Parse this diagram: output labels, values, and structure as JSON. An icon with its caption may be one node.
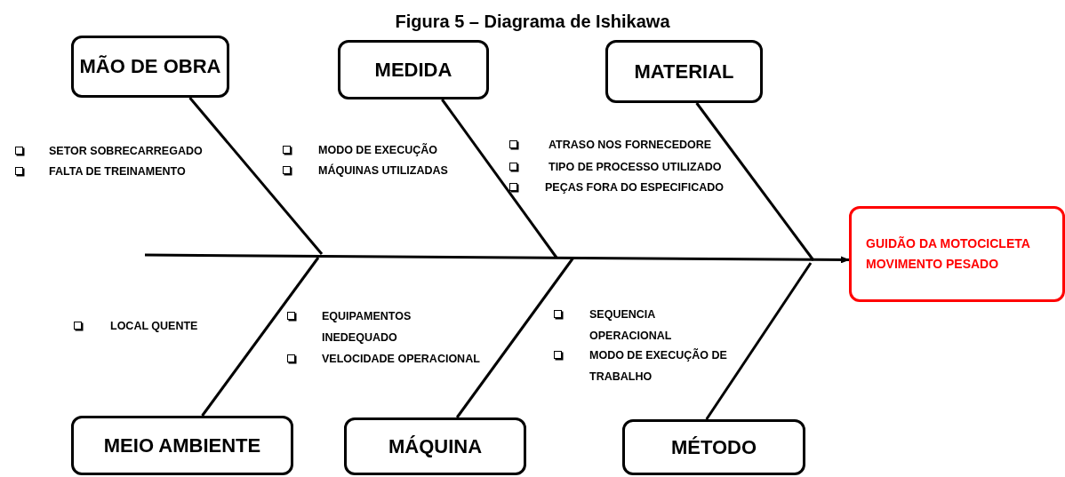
{
  "diagram": {
    "title": "Figura 5 – Diagrama de Ishikawa",
    "nodes": [
      {
        "text": [
          "MÃO DE OBRA"
        ]
      },
      {
        "text": [
          "MEDIDA"
        ]
      },
      {
        "text": [
          "MATERIAL"
        ]
      },
      {
        "text": [
          "GUIDÃO DA MOTOCICLETA MOVIMENTO PESADO"
        ]
      },
      {
        "text": [
          "MEIO AMBIENTE"
        ]
      },
      {
        "text": [
          "MÁQUINA"
        ]
      },
      {
        "text": [
          "MÉTODO"
        ]
      }
    ],
    "edges": [
      {
        "from": null,
        "to": 3,
        "arrow": "to"
      },
      {
        "from": 0,
        "to": null,
        "arrow": "none"
      },
      {
        "from": 1,
        "to": null,
        "arrow": "none"
      },
      {
        "from": 2,
        "to": null,
        "arrow": "none"
      },
      {
        "from": 4,
        "to": null,
        "arrow": "none"
      },
      {
        "from": 5,
        "to": null,
        "arrow": "none"
      },
      {
        "from": 6,
        "to": null,
        "arrow": "none"
      }
    ],
    "labels": [
      "SETOR SOBRECARREGADO",
      "MODO DE EXECUÇÃO",
      "ATRASO NOS FORNECEDORE",
      "FALTA DE TREINAMENTO",
      "MÁQUINAS UTILIZADAS",
      "TIPO DE PROCESSO UTILIZADO",
      "PEÇAS FORA DO ESPECIFICADO",
      "LOCAL QUENTE",
      "EQUIPAMENTOS INEDEQUADO",
      "SEQUENCIA OPERACIONAL",
      "VELOCIDADE OPERACIONAL",
      "MODO DE EXECUÇÃO DE TRABALHO"
    ]
  }
}
